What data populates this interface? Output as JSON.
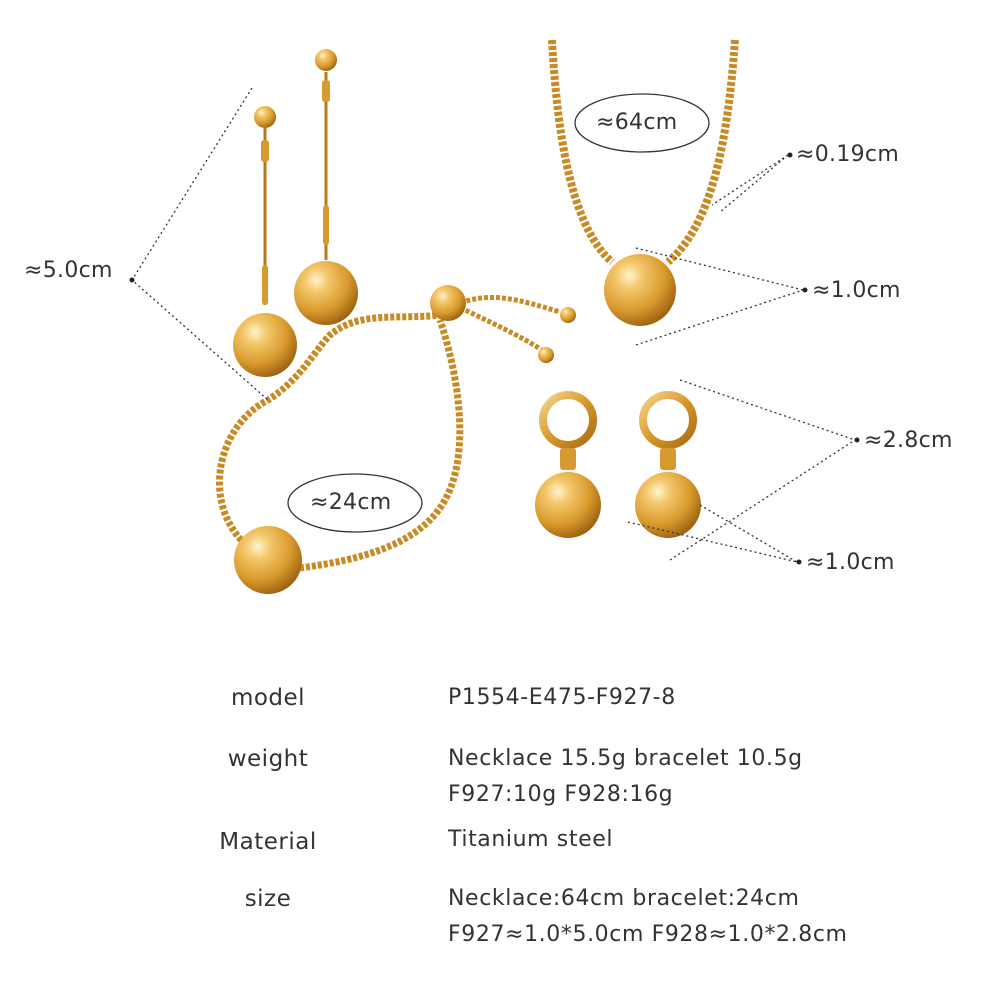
{
  "dimensions": {
    "earring_drop_length": "≈5.0cm",
    "necklace_length": "≈64cm",
    "chain_width": "≈0.19cm",
    "necklace_bead": "≈1.0cm",
    "bracelet_length": "≈24cm",
    "hoop_length": "≈2.8cm",
    "hoop_bead": "≈1.0cm"
  },
  "specs": {
    "model": {
      "label": "model",
      "values": [
        "P1554-E475-F927-8"
      ]
    },
    "weight": {
      "label": "weight",
      "values": [
        "Necklace 15.5g bracelet 10.5g",
        "F927:10g F928:16g"
      ]
    },
    "material": {
      "label": "Material",
      "values": [
        "Titanium steel"
      ]
    },
    "size": {
      "label": "size",
      "values": [
        "Necklace:64cm bracelet:24cm",
        "F927≈1.0*5.0cm F928≈1.0*2.8cm"
      ]
    }
  },
  "colors": {
    "gold": "#e0a23a",
    "gold_dark": "#a86a12",
    "gold_light": "#fbe2a8"
  }
}
